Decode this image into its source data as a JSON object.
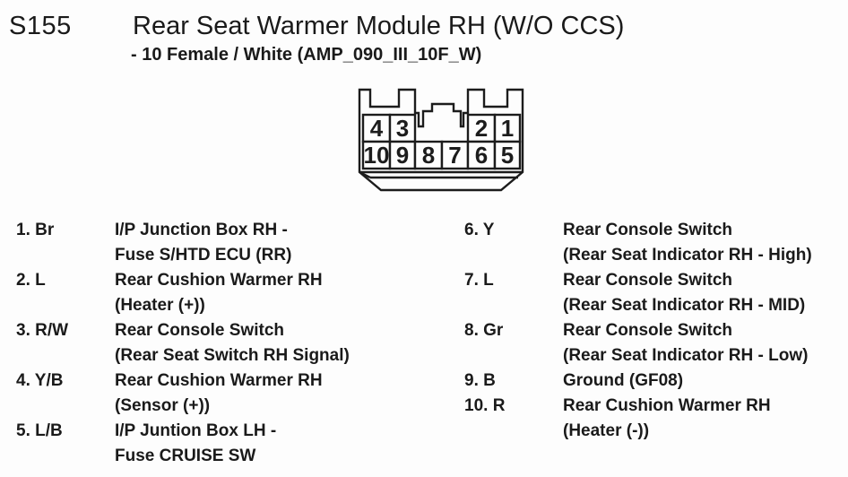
{
  "header": {
    "connector_id": "S155",
    "title": "Rear Seat Warmer Module RH (W/O CCS)",
    "subtitle": "- 10 Female / White (AMP_090_III_10F_W)"
  },
  "connector": {
    "type": "10-pin female connector front view",
    "top_row": [
      "4",
      "3",
      "2",
      "1"
    ],
    "bottom_row": [
      "10",
      "9",
      "8",
      "7",
      "6",
      "5"
    ]
  },
  "pins": {
    "left": [
      {
        "label": "1. Br",
        "line1": "I/P Junction Box RH -",
        "line2": "Fuse S/HTD ECU (RR)"
      },
      {
        "label": "2. L",
        "line1": "Rear Cushion Warmer RH",
        "line2": "(Heater (+))"
      },
      {
        "label": "3. R/W",
        "line1": "Rear Console Switch",
        "line2": "(Rear Seat Switch RH Signal)"
      },
      {
        "label": "4. Y/B",
        "line1": "Rear Cushion Warmer RH",
        "line2": "(Sensor (+))"
      },
      {
        "label": "5. L/B",
        "line1": "I/P Juntion Box LH -",
        "line2": "Fuse CRUISE SW"
      }
    ],
    "right": [
      {
        "label": "6. Y",
        "line1": "Rear Console Switch",
        "line2": "(Rear Seat Indicator RH - High)"
      },
      {
        "label": "7. L",
        "line1": "Rear Console Switch",
        "line2": "(Rear Seat Indicator RH - MID)"
      },
      {
        "label": "8. Gr",
        "line1": "Rear Console Switch",
        "line2": "(Rear Seat Indicator RH - Low)"
      },
      {
        "label": "9. B",
        "line1": "Ground (GF08)"
      },
      {
        "label": "10. R",
        "line1": "Rear Cushion Warmer RH",
        "line2": "(Heater (-))"
      }
    ]
  },
  "colors": {
    "ink": "#1c1c1c",
    "background": "#fdfdfd"
  }
}
